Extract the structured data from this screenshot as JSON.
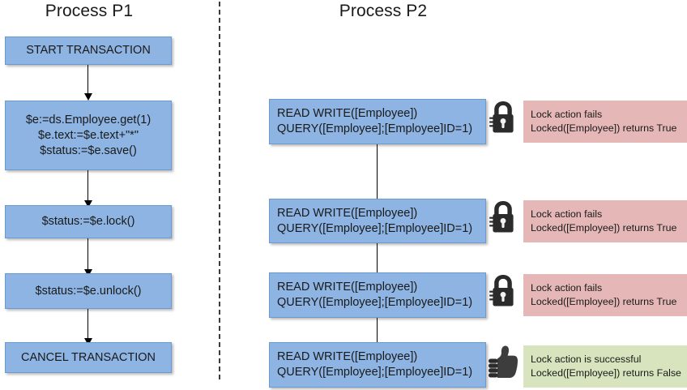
{
  "diagram": {
    "title_left": "Process P1",
    "title_right": "Process P2",
    "colors": {
      "process_box": "#8DB4E2",
      "callout_fail": "#E5B8B7",
      "callout_success": "#D7E4BD",
      "divider": "#3B3B3B",
      "arrow": "#000000",
      "text": "#1A1A1A"
    }
  },
  "process_p1": {
    "steps": [
      {
        "id": "start-transaction",
        "align": "center",
        "lines": [
          "START TRANSACTION"
        ]
      },
      {
        "id": "get-modify-save",
        "align": "center",
        "lines": [
          "$e:=ds.Employee.get(1)",
          "$e.text:=$e.text+\"*\"",
          "$status:=$e.save()"
        ]
      },
      {
        "id": "lock",
        "align": "center",
        "lines": [
          "$status:=$e.lock()"
        ]
      },
      {
        "id": "unlock",
        "align": "center",
        "lines": [
          "$status:=$e.unlock()"
        ]
      },
      {
        "id": "cancel-transaction",
        "align": "center",
        "lines": [
          "CANCEL TRANSACTION"
        ]
      }
    ]
  },
  "process_p2": {
    "steps": [
      {
        "id": "read-write-query-1",
        "lines": [
          "READ WRITE([Employee])",
          "QUERY([Employee];[Employee]ID=1)"
        ],
        "icon": "lock-closed-icon",
        "callout_status": "fail",
        "callout_lines": [
          "Lock action fails",
          "Locked([Employee]) returns True"
        ]
      },
      {
        "id": "read-write-query-2",
        "lines": [
          "READ WRITE([Employee])",
          "QUERY([Employee];[Employee]ID=1)"
        ],
        "icon": "lock-closed-icon",
        "callout_status": "fail",
        "callout_lines": [
          "Lock action fails",
          "Locked([Employee]) returns True"
        ]
      },
      {
        "id": "read-write-query-3",
        "lines": [
          "READ WRITE([Employee])",
          "QUERY([Employee];[Employee]ID=1)"
        ],
        "icon": "lock-closed-icon",
        "callout_status": "fail",
        "callout_lines": [
          "Lock action fails",
          "Locked([Employee]) returns True"
        ]
      },
      {
        "id": "read-write-query-4",
        "lines": [
          "READ WRITE([Employee])",
          "QUERY([Employee];[Employee]ID=1)"
        ],
        "icon": "thumbs-up-icon",
        "callout_status": "success",
        "callout_lines": [
          "Lock action is successful",
          "Locked([Employee]) returns False"
        ]
      }
    ]
  }
}
